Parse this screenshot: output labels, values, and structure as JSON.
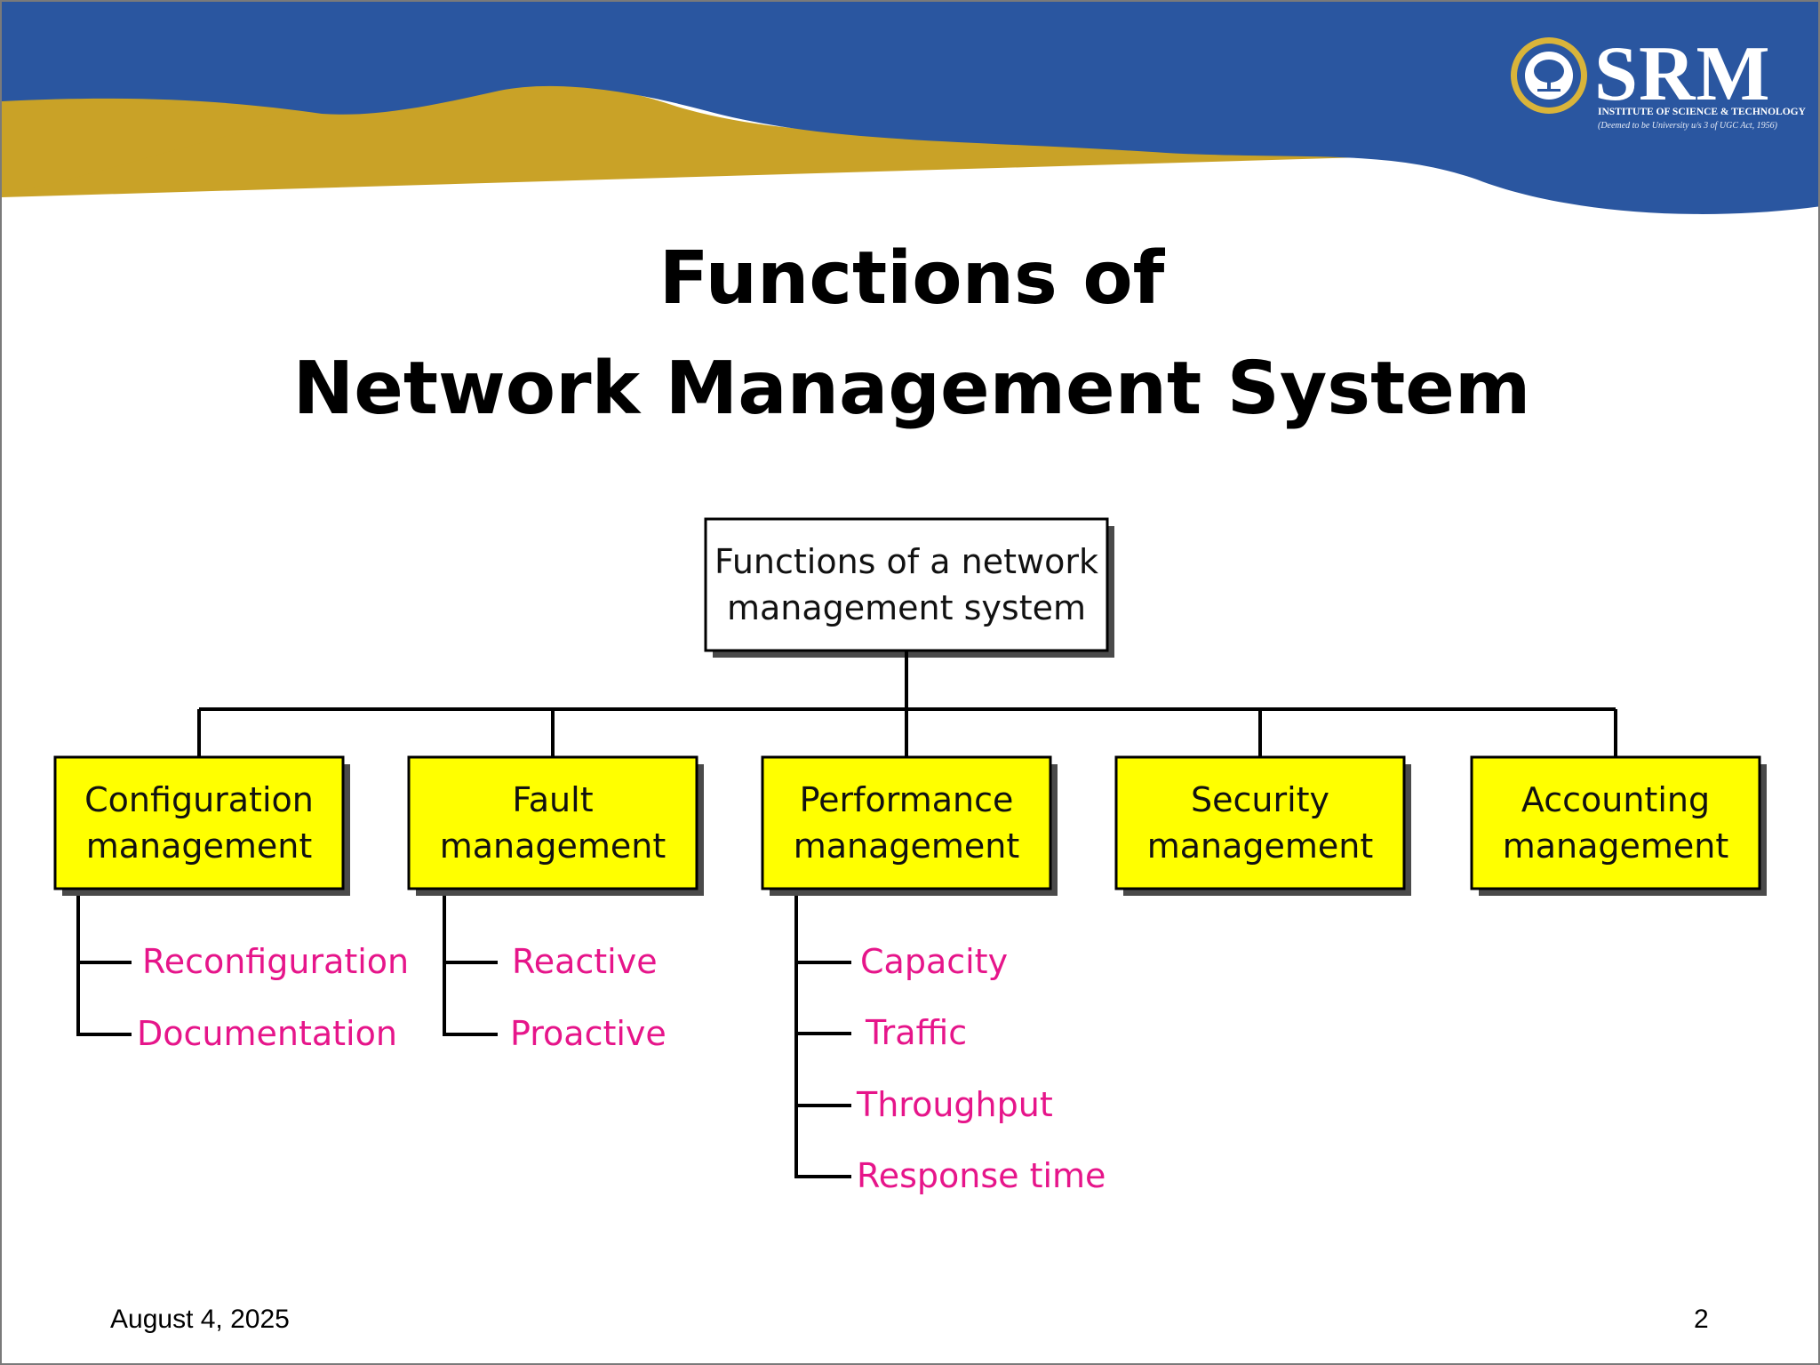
{
  "header": {
    "logo": {
      "wordmark": "SRM",
      "line1": "INSTITUTE OF SCIENCE & TECHNOLOGY",
      "line2": "(Deemed to be University u/s 3 of UGC Act, 1956)"
    },
    "colors": {
      "blue": "#2a56a0",
      "gold": "#c9a227"
    }
  },
  "slide": {
    "title_line1": "Functions of",
    "title_line2": "Network Management System",
    "date": "August 4, 2025",
    "page_number": "2"
  },
  "diagram": {
    "root": {
      "line1": "Functions of a network",
      "line2": "management system"
    },
    "categories": [
      {
        "line1": "Configuration",
        "line2": "management",
        "items": [
          "Reconfiguration",
          "Documentation"
        ]
      },
      {
        "line1": "Fault",
        "line2": "management",
        "items": [
          "Reactive",
          "Proactive"
        ]
      },
      {
        "line1": "Performance",
        "line2": "management",
        "items": [
          "Capacity",
          "Traffic",
          "Throughput",
          "Response time"
        ]
      },
      {
        "line1": "Security",
        "line2": "management",
        "items": []
      },
      {
        "line1": "Accounting",
        "line2": "management",
        "items": []
      }
    ],
    "colors": {
      "box_fill": "#ffff00",
      "leaf_text": "#e6158a"
    }
  }
}
